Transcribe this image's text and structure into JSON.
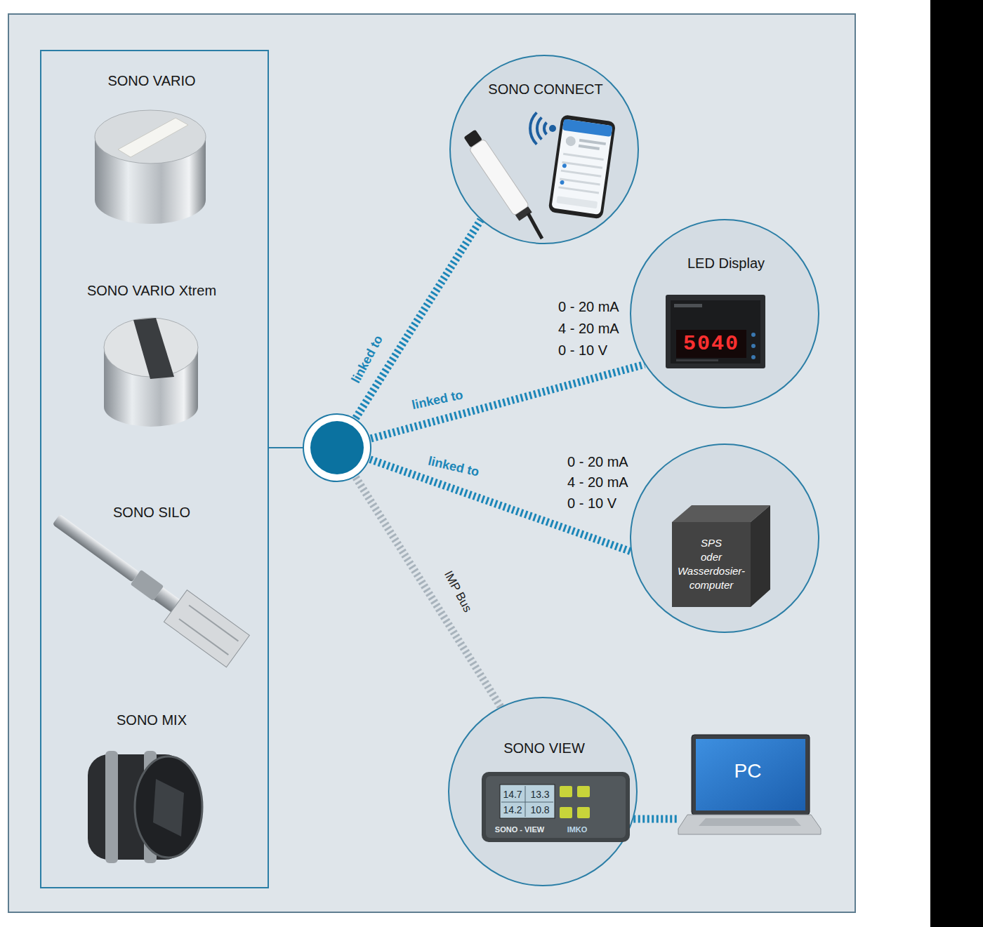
{
  "diagram": {
    "nodes": [
      {
        "text": [
          "SONO VARIO",
          "SONO VARIO Xtrem",
          "SONO SILO",
          "SONO MIX"
        ]
      },
      {
        "text": [
          "SONO CONNECT"
        ]
      },
      {
        "text": [
          "LED Display"
        ]
      },
      {
        "text": []
      },
      {
        "text": [
          "SPS oder Wasserdosier- computer"
        ],
        "in": 3
      },
      {
        "text": [
          "SONO VIEW"
        ]
      },
      {
        "text": [
          "PC"
        ]
      }
    ],
    "edges": [
      {
        "from": 0,
        "to": 1,
        "label": "linked to",
        "arrow": "none"
      },
      {
        "from": 0,
        "to": 2,
        "label": "linked to",
        "arrow": "none"
      },
      {
        "from": 0,
        "to": 3,
        "label": "linked to",
        "arrow": "none"
      },
      {
        "from": 0,
        "to": 5,
        "label": "IMP Bus",
        "arrow": "none"
      },
      {
        "from": 5,
        "to": 6,
        "arrow": "none"
      }
    ],
    "labels": [
      "0 - 20 mA",
      "4 - 20 mA",
      "0 - 10 V",
      "0 - 20 mA",
      "4 - 20 mA",
      "0 - 10 V",
      "5040",
      "14.7",
      "13.3",
      "14.2",
      "10.8",
      "SONO - VIEW",
      "IMKO"
    ]
  }
}
